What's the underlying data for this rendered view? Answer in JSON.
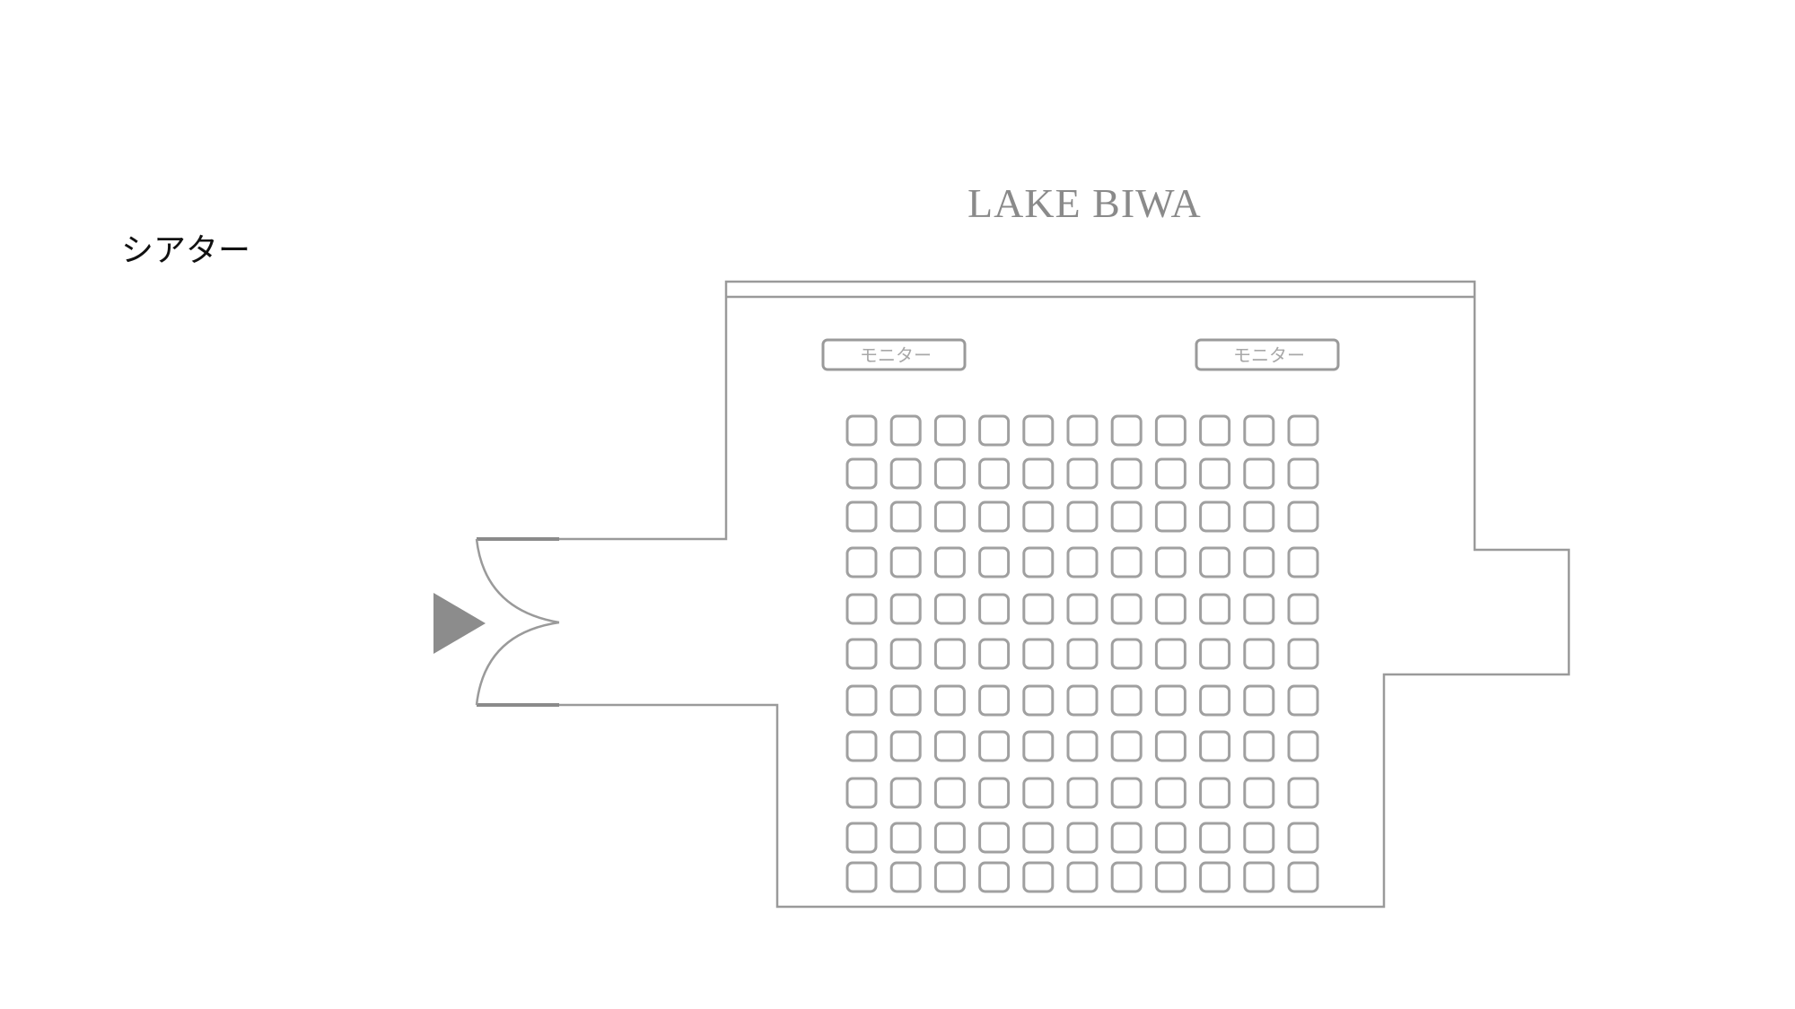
{
  "layout_title": "シアター",
  "room_name": "LAKE BIWA",
  "monitors": [
    {
      "label": "モニター"
    },
    {
      "label": "モニター"
    }
  ],
  "seating": {
    "rows": 11,
    "columns": 11
  },
  "colors": {
    "wall": "#9a9a9a",
    "seat": "#a0a0a0",
    "entrance_arrow": "#8c8c8c"
  }
}
